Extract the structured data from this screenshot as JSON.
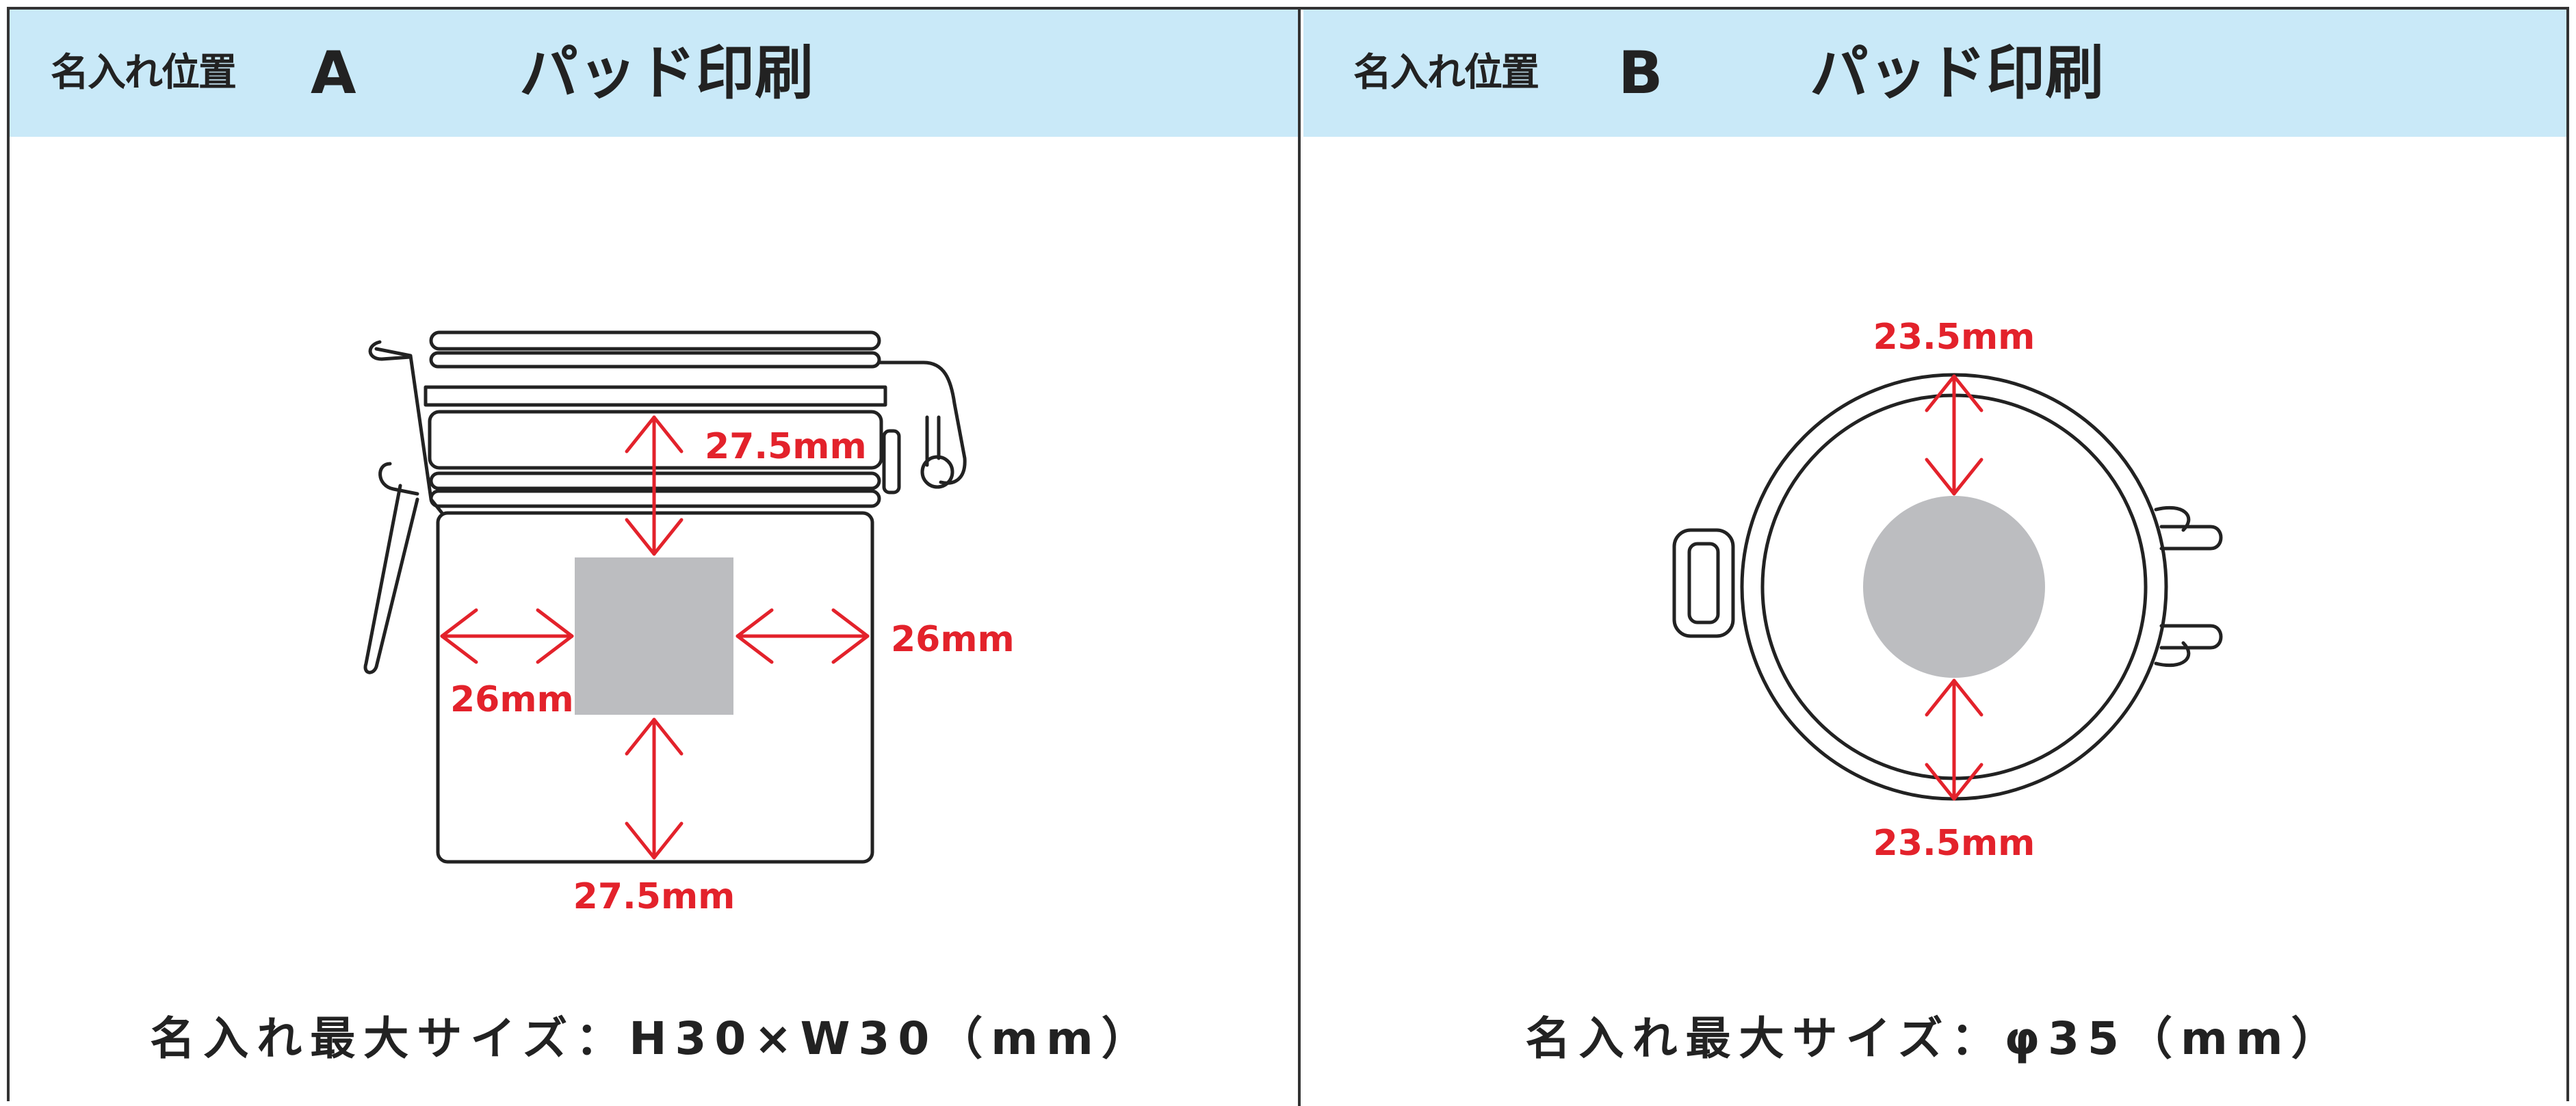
{
  "panels": [
    {
      "position_label": "名入れ位置",
      "position_letter": "A",
      "method": "パッド印刷",
      "dims": {
        "top": "27.5mm",
        "bottom": "27.5mm",
        "left": "26mm",
        "right": "26mm"
      },
      "max_size": "名入れ最大サイズ：H30×W30（mm）"
    },
    {
      "position_label": "名入れ位置",
      "position_letter": "B",
      "method": "パッド印刷",
      "dims": {
        "top": "23.5mm",
        "bottom": "23.5mm"
      },
      "max_size": "名入れ最大サイズ：φ35（mm）"
    }
  ],
  "colors": {
    "header_bg": "#c9e9f8",
    "dimension": "#e3222b",
    "print_area": "#bcbdc0"
  }
}
